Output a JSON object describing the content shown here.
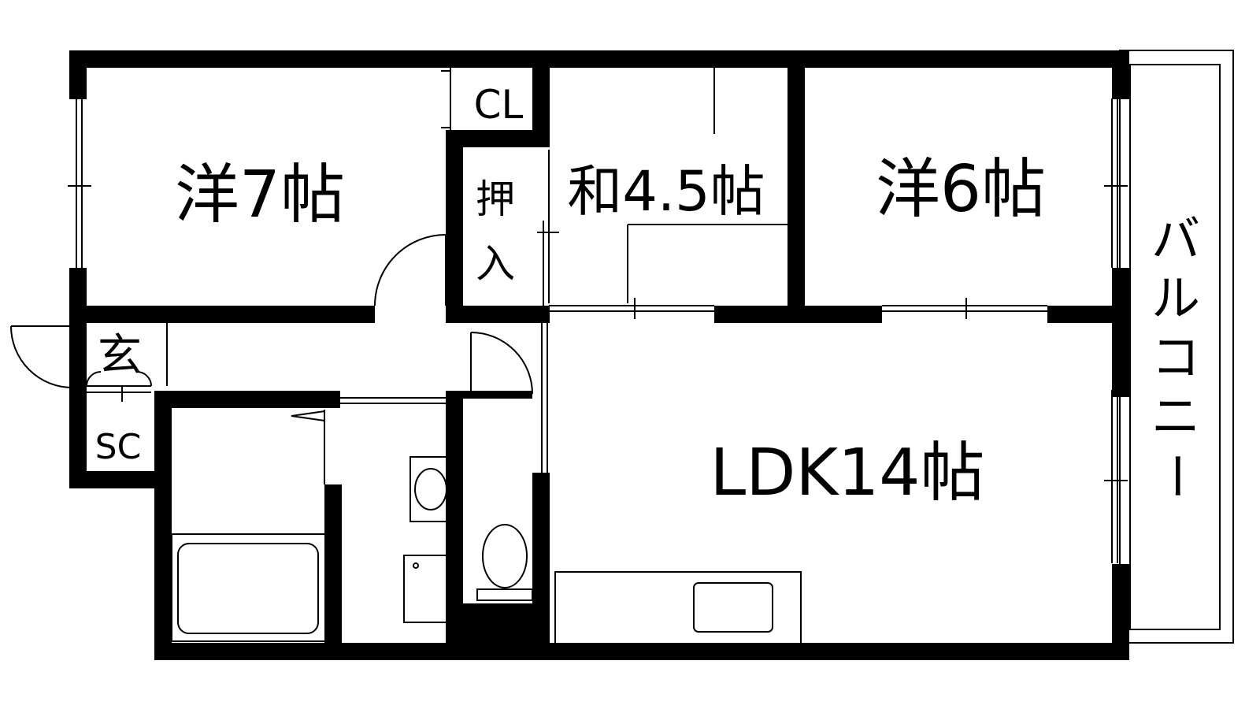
{
  "floorplan": {
    "rooms": {
      "western_room_7": "洋7帖",
      "closet": "CL",
      "oshiire_line1": "押",
      "oshiire_line2": "入",
      "japanese_room": "和4.5帖",
      "western_room_6": "洋6帖",
      "entrance": "玄",
      "shoe_closet": "SC",
      "ldk": "LDK14帖"
    },
    "balcony": {
      "chars": [
        "バ",
        "ル",
        "コ",
        "ニ",
        "ー"
      ]
    },
    "colors": {
      "wall": "#000000",
      "line": "#000000",
      "background": "#ffffff"
    }
  }
}
